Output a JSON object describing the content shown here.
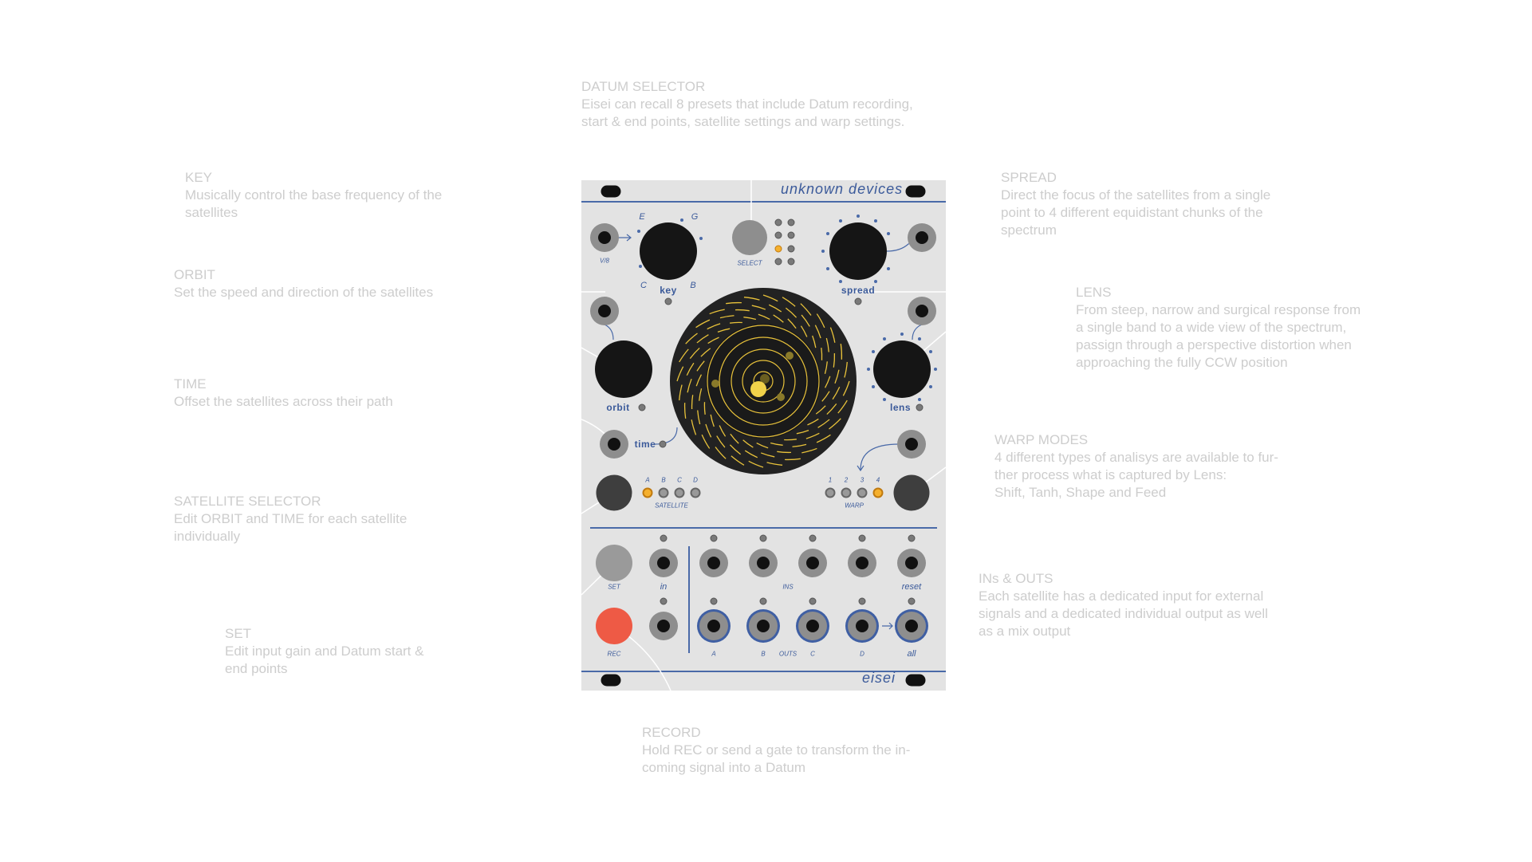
{
  "annotations": {
    "datum": {
      "title": "DATUM SELECTOR",
      "lines": [
        "Eisei can recall 8 presets that include Datum recording,",
        "start & end points, satellite settings and warp settings."
      ]
    },
    "key": {
      "title": "KEY",
      "lines": [
        "Musically control the base frequency of the",
        "satellites"
      ]
    },
    "orbit": {
      "title": "ORBIT",
      "lines": [
        "Set the speed and direction of the satellites"
      ]
    },
    "time": {
      "title": "TIME",
      "lines": [
        "Offset the satellites across their path"
      ]
    },
    "satellite": {
      "title": "SATELLITE SELECTOR",
      "lines": [
        "Edit ORBIT and TIME for each satellite",
        "individually"
      ]
    },
    "set": {
      "title": "SET",
      "lines": [
        "Edit input gain and Datum start &",
        "end points"
      ]
    },
    "record": {
      "title": "RECORD",
      "lines": [
        "Hold REC or send a gate to transform the in-",
        "coming signal into a Datum"
      ]
    },
    "spread": {
      "title": "SPREAD",
      "lines": [
        "Direct the focus of the satellites from a single",
        "point to 4 different equidistant chunks of the",
        "spectrum"
      ]
    },
    "lens": {
      "title": "LENS",
      "lines": [
        "From steep, narrow and surgical response from",
        "a single band to a wide view of the spectrum,",
        "passign through a perspective distortion when",
        "approaching the fully CCW position"
      ]
    },
    "warp": {
      "title": "WARP MODES",
      "lines": [
        "4 different types of analisys are available to fur-",
        "ther process what is captured by Lens:",
        "Shift, Tanh, Shape and Feed"
      ]
    },
    "io": {
      "title": "INs & OUTS",
      "lines": [
        "Each satellite has a dedicated input for external",
        "signals and a dedicated individual output as well",
        "as a mix output"
      ]
    }
  },
  "panel": {
    "brand": "unknown devices",
    "name": "eisei",
    "voct": "V/8",
    "key_notes": {
      "e": "E",
      "g": "G",
      "c": "C",
      "b": "B"
    },
    "key": "key",
    "select": "SELECT",
    "spread": "spread",
    "orbit": "orbit",
    "lens": "lens",
    "time": "time",
    "satellite_letters": [
      "A",
      "B",
      "C",
      "D"
    ],
    "satellite": "SATELLITE",
    "satellite_active": 0,
    "warp_numbers": [
      "1",
      "2",
      "3",
      "4"
    ],
    "warp": "WARP",
    "warp_active": 3,
    "preset_active": 4,
    "set": "SET",
    "in": "in",
    "ins": "INS",
    "reset": "reset",
    "rec": "REC",
    "outs": {
      "a": "A",
      "b": "B",
      "label": "OUTS",
      "c": "C",
      "d": "D",
      "all": "all"
    }
  },
  "colors": {
    "blue": "#3b5a9a",
    "led_on": "#f5b02e",
    "rec": "#ee5a45",
    "disc": "#222222",
    "disc_accent": "#e8c23a",
    "note_text": "#cdcdcd"
  }
}
